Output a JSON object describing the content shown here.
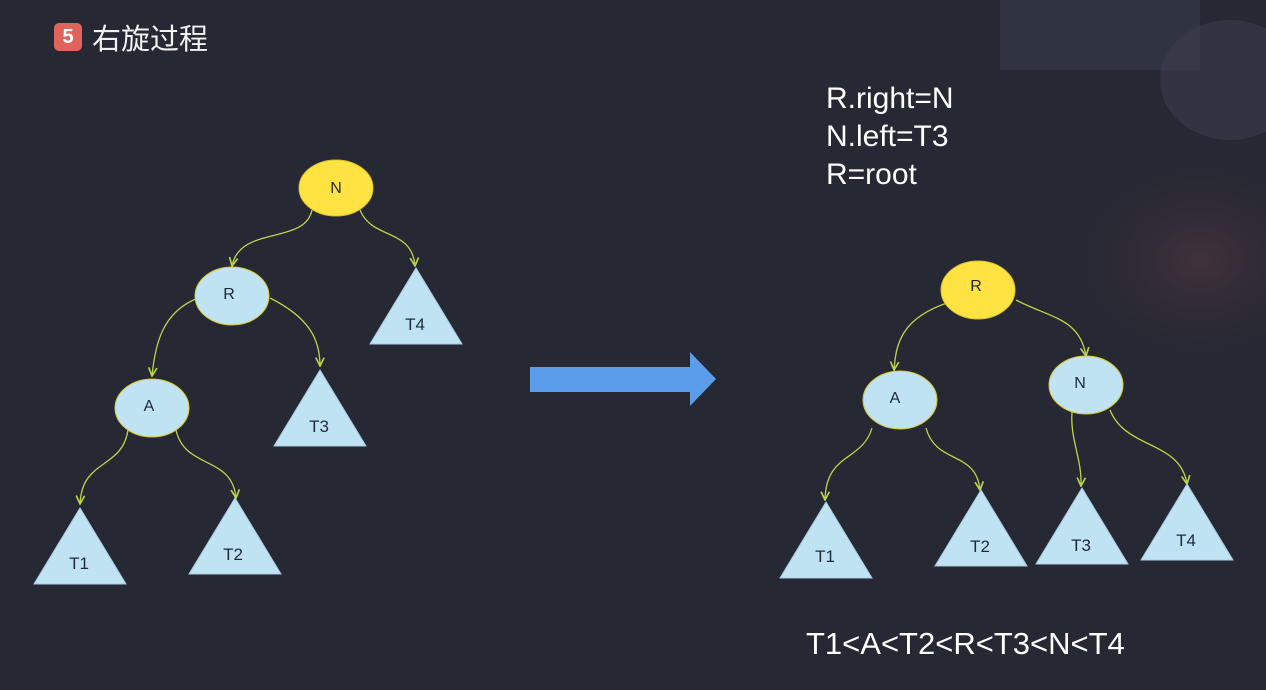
{
  "header": {
    "step_number": "5",
    "title": "右旋过程"
  },
  "code_lines": [
    "R.right=N",
    "N.left=T3",
    "R=root"
  ],
  "order_text": "T1<A<T2<R<T3<N<T4",
  "before_tree": {
    "nodes": [
      {
        "id": "N",
        "label": "N",
        "highlight": true
      },
      {
        "id": "R",
        "label": "R",
        "highlight": false
      },
      {
        "id": "A",
        "label": "A",
        "highlight": false
      }
    ],
    "subtrees": [
      "T4",
      "T3",
      "T1",
      "T2"
    ]
  },
  "after_tree": {
    "nodes": [
      {
        "id": "R",
        "label": "R",
        "highlight": true
      },
      {
        "id": "A",
        "label": "A",
        "highlight": false
      },
      {
        "id": "N",
        "label": "N",
        "highlight": false
      }
    ],
    "subtrees": [
      "T1",
      "T2",
      "T3",
      "T4"
    ]
  },
  "colors": {
    "background": "#262833",
    "highlight_node": "#ffe342",
    "normal_node": "#bfe3f2",
    "triangle": "#bfe3f2",
    "edge": "#b8d64a",
    "arrow": "#5b9de8",
    "badge": "#e0645c"
  }
}
